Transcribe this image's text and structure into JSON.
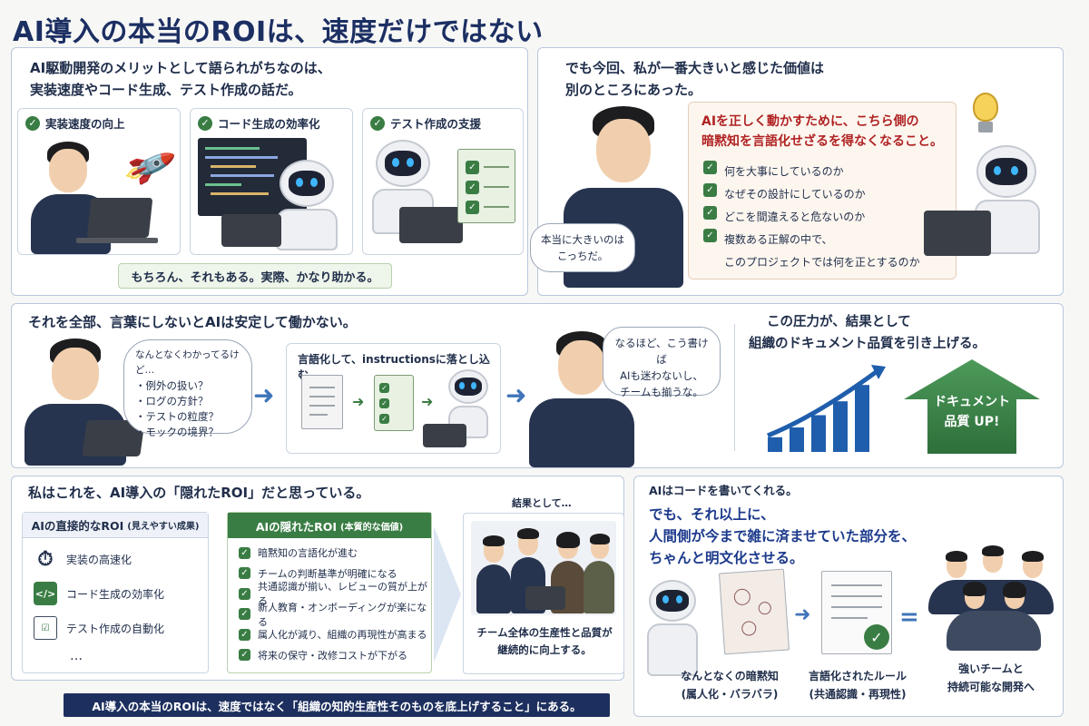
{
  "title": "AI導入の本当のROIは、速度だけではない",
  "panel1": {
    "text1": "AI駆動開発のメリットとして語られがちなのは、",
    "text2": "実装速度やコード生成、テスト作成の話だ。",
    "cards": [
      {
        "label": "実装速度の向上"
      },
      {
        "label": "コード生成の効率化"
      },
      {
        "label": "テスト作成の支援"
      }
    ],
    "note": "もちろん、それもある。実際、かなり助かる。"
  },
  "panel2": {
    "text1": "でも今回、私が一番大きいと感じた価値は",
    "text2": "別のところにあった。",
    "bubble1": "本当に大きいのは",
    "bubble2": "こっちだ。",
    "red1": "AIを正しく動かすために、こちら側の",
    "red2": "暗黙知を言語化せざるを得なくなること。",
    "items": [
      "何を大事にしているのか",
      "なぜその設計にしているのか",
      "どこを間違えると危ないのか",
      "複数ある正解の中で、"
    ],
    "item_cont": "このプロジェクトでは何を正とするのか"
  },
  "panel3": {
    "text": "それを全部、言葉にしないとAIは安定して働かない。",
    "think_title": "なんとなくわかってるけど…",
    "think_items": [
      "・例外の扱い？",
      "・ログの方針？",
      "・テストの粒度？",
      "・モックの境界？"
    ],
    "step_title": "言語化して、instructionsに落とし込む",
    "bubble1": "なるほど、こう書けば",
    "bubble2": "AIも迷わないし、",
    "bubble3": "チームも揃うな。",
    "right1": "この圧力が、結果として",
    "right2": "組織のドキュメント品質を引き上げる。",
    "up1": "ドキュメント",
    "up2": "品質 UP!",
    "bars": [
      0.18,
      0.3,
      0.45,
      0.62,
      0.82
    ]
  },
  "panel4": {
    "text": "私はこれを、AI導入の「隠れたROI」だと思っている。",
    "direct_title": "AIの直接的なROI",
    "direct_sub": "(見えやすい成果)",
    "direct_items": [
      "実装の高速化",
      "コード生成の効率化",
      "テスト作成の自動化"
    ],
    "ellipsis": "…",
    "hidden_title": "AIの隠れたROI",
    "hidden_sub": "(本質的な価値)",
    "hidden_items": [
      "暗黙知の言語化が進む",
      "チームの判断基準が明確になる",
      "共通認識が揃い、レビューの質が上がる",
      "新人教育・オンボーディングが楽になる",
      "属人化が減り、組織の再現性が高まる",
      "将来の保守・改修コストが下がる"
    ],
    "result_label": "結果として…",
    "result1": "チーム全体の生産性と品質が",
    "result2": "継続的に向上する。"
  },
  "panel5": {
    "text1": "AIはコードを書いてくれる。",
    "text2": "でも、それ以上に、",
    "text3": "人間側が今まで雑に済ませていた部分を、",
    "text4": "ちゃんと明文化させる。",
    "cap1a": "なんとなくの暗黙知",
    "cap1b": "(属人化・バラバラ)",
    "cap2a": "言語化されたルール",
    "cap2b": "(共通認識・再現性)",
    "cap3a": "強いチームと",
    "cap3b": "持続可能な開発へ",
    "equals": "="
  },
  "footer": "AI導入の本当のROIは、速度ではなく「組織の知的生産性そのものを底上げすること」にある。",
  "colors": {
    "accent": "#1c2f63",
    "green": "#3a7d44",
    "red": "#b02222",
    "blue": "#1f5eac"
  }
}
